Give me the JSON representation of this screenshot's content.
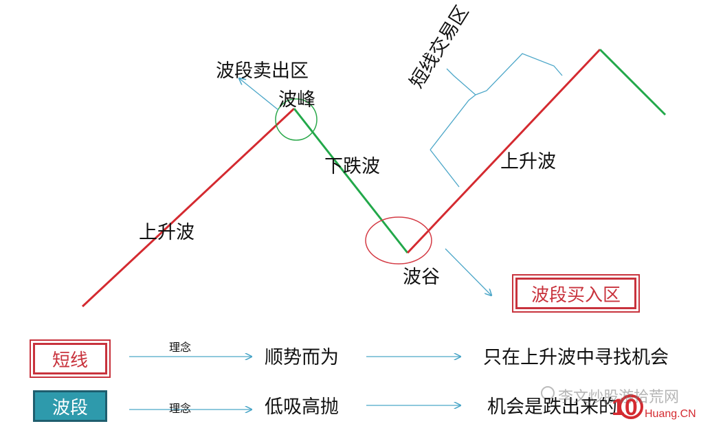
{
  "labels": {
    "rise_left": "上升波",
    "sell_zone": "波段卖出区",
    "peak": "波峰",
    "fall": "下跌波",
    "trough": "波谷",
    "short_zone": "短线交易区",
    "rise_right": "上升波",
    "buy_zone": "波段买入区"
  },
  "legend": [
    {
      "tag": "短线",
      "concept": "理念",
      "middle": "顺势而为",
      "right": "只在上升波中寻找机会"
    },
    {
      "tag": "波段",
      "concept": "理念",
      "middle": "低吸高抛",
      "right": "机会是跌出来的"
    }
  ],
  "watermark": {
    "line1": "李文炒股游拾荒网",
    "line2": "Huang.CN",
    "number": "10"
  },
  "colors": {
    "rise": "#d42a30",
    "fall": "#22a84a",
    "arrow": "#4ba6c8",
    "peak_circle": "#2aa84a",
    "trough_circle": "#d43a44",
    "tag_red": "#c8323c",
    "tag_teal": "#2e9aac"
  }
}
